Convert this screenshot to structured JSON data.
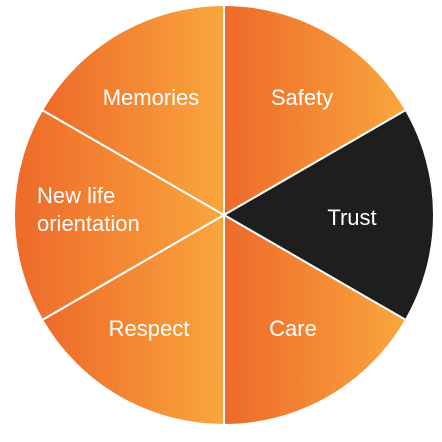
{
  "diagram": {
    "colors": {
      "gradient_light": "#F9A63D",
      "gradient_dark": "#EE6A2A",
      "highlight": "#1E1E1E",
      "divider": "#FFFFFF",
      "text": "#FFFFFF"
    },
    "segments": [
      {
        "id": "safety",
        "lines": [
          "Safety"
        ],
        "highlighted": false
      },
      {
        "id": "trust",
        "lines": [
          "Trust"
        ],
        "highlighted": true
      },
      {
        "id": "care",
        "lines": [
          "Care"
        ],
        "highlighted": false
      },
      {
        "id": "respect",
        "lines": [
          "Respect"
        ],
        "highlighted": false
      },
      {
        "id": "new-life-orientation",
        "lines": [
          "New life",
          "orientation"
        ],
        "highlighted": false
      },
      {
        "id": "memories",
        "lines": [
          "Memories"
        ],
        "highlighted": false
      }
    ]
  }
}
